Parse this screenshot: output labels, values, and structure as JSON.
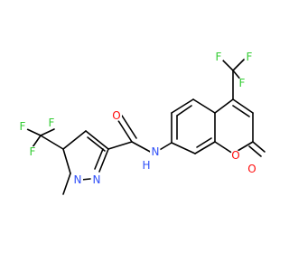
{
  "colors": {
    "bond": "#000000",
    "carbon": "#000000",
    "fluorine": "#33cc33",
    "nitrogen": "#3050f8",
    "oxygen": "#ff0d0d"
  },
  "atoms": [
    {
      "id": "f1",
      "label": "F",
      "element": "fluorine"
    },
    {
      "id": "f2",
      "label": "F",
      "element": "fluorine"
    },
    {
      "id": "f3",
      "label": "F",
      "element": "fluorine"
    },
    {
      "id": "n1",
      "label": "N",
      "element": "nitrogen"
    },
    {
      "id": "n2",
      "label": "N",
      "element": "nitrogen"
    },
    {
      "id": "o1",
      "label": "O",
      "element": "oxygen"
    },
    {
      "id": "nh",
      "label": "N",
      "element": "nitrogen"
    },
    {
      "id": "h1",
      "label": "H",
      "element": "nitrogen"
    },
    {
      "id": "o2",
      "label": "O",
      "element": "oxygen"
    },
    {
      "id": "o3",
      "label": "O",
      "element": "oxygen"
    },
    {
      "id": "f4",
      "label": "F",
      "element": "fluorine"
    },
    {
      "id": "f5",
      "label": "F",
      "element": "fluorine"
    },
    {
      "id": "f6",
      "label": "F",
      "element": "fluorine"
    }
  ]
}
